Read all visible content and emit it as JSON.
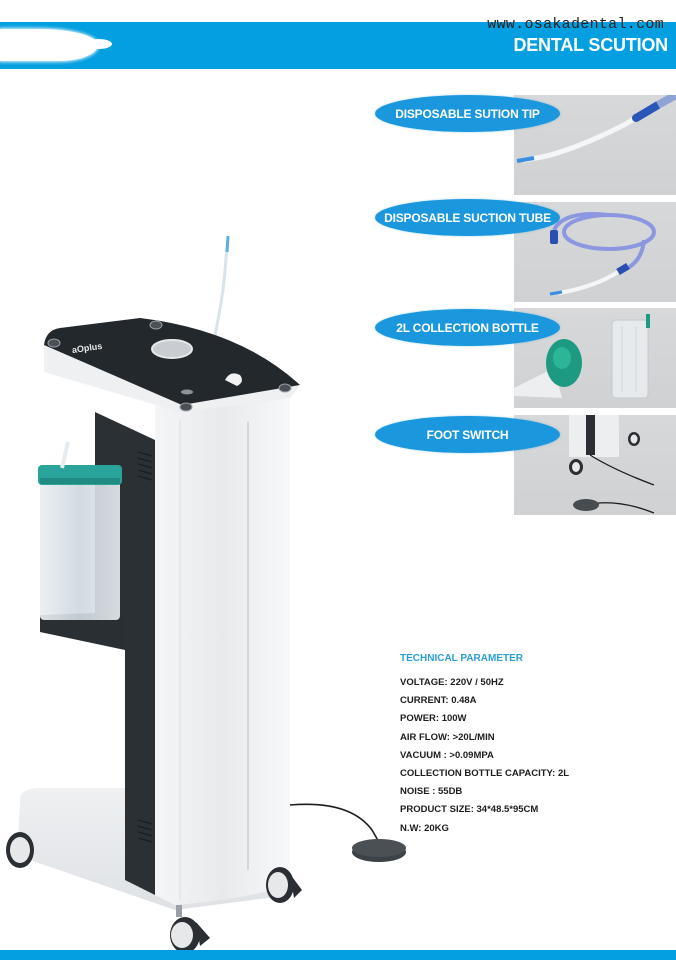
{
  "header": {
    "site_url": "www.osakadental.com",
    "title": "DENTAL SCUTION"
  },
  "colors": {
    "brand_blue": "#049fe0",
    "pill_blue": "#1a97dd",
    "spec_title_blue": "#2a9fd6",
    "thumb_gray": "#d4d6d8",
    "machine_dark": "#262b30"
  },
  "product": {
    "name": "dental suction unit",
    "brand_mark": "brand logo on top panel (unreadable)"
  },
  "accessories": [
    {
      "label": "DISPOSABLE SUTION TIP",
      "image": "suction-tip"
    },
    {
      "label": "DISPOSABLE SUCTION TUBE",
      "image": "suction-tube"
    },
    {
      "label": "2L COLLECTION BOTTLE",
      "image": "collection-bottle"
    },
    {
      "label": "FOOT SWITCH",
      "image": "foot-switch"
    }
  ],
  "specs": {
    "title": "TECHNICAL PARAMETER",
    "items": [
      "VOLTAGE:  220V / 50HZ",
      "CURRENT:  0.48A",
      "POWER: 100W",
      "AIR FLOW: >20L/MIN",
      "VACUUM : >0.09MPA",
      "COLLECTION BOTTLE CAPACITY: 2L",
      "NOISE : 55DB",
      "PRODUCT SIZE: 34*48.5*95CM",
      "N.W: 20KG"
    ]
  }
}
